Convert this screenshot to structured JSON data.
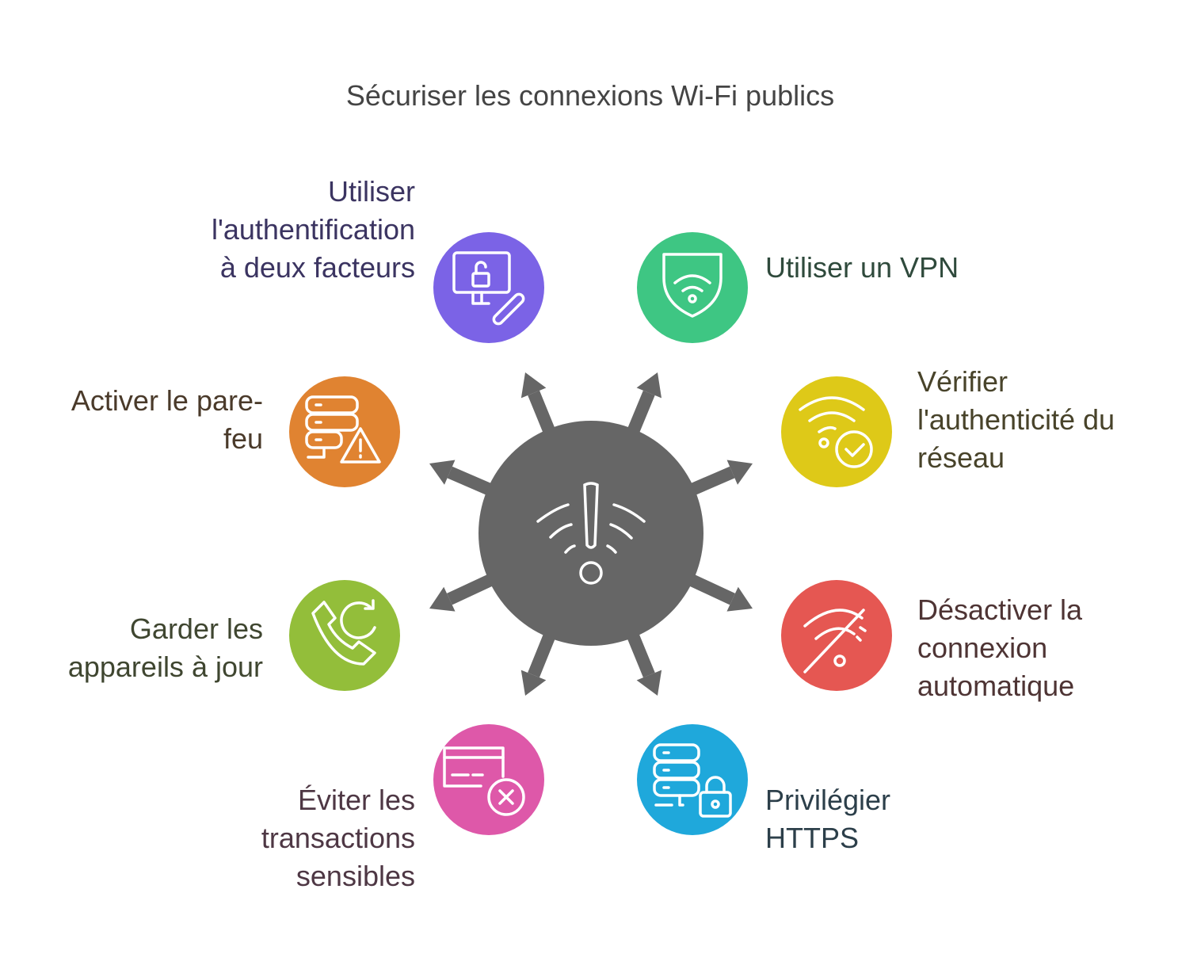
{
  "title": "Sécuriser les connexions Wi-Fi publics",
  "center_icon": "wifi-warning-icon",
  "colors": {
    "center": "#666666"
  },
  "items": [
    {
      "label": "Utiliser l'authentification à deux facteurs",
      "lines": [
        "Utiliser",
        "l'authentification",
        "à deux facteurs"
      ],
      "icon": "two-factor-lock-phone-icon",
      "color": "#7B63E6",
      "text_color": "#3B3461"
    },
    {
      "label": "Utiliser un VPN",
      "lines": [
        "Utiliser un VPN"
      ],
      "icon": "shield-wifi-icon",
      "color": "#3EC683",
      "text_color": "#2F4A3C"
    },
    {
      "label": "Activer le pare-feu",
      "lines": [
        "Activer le pare-",
        "feu"
      ],
      "icon": "server-warning-icon",
      "color": "#E08331",
      "text_color": "#4A3A2A"
    },
    {
      "label": "Vérifier l'authenticité du réseau",
      "lines": [
        "Vérifier",
        "l'authenticité du",
        "réseau"
      ],
      "icon": "wifi-check-icon",
      "color": "#DEC918",
      "text_color": "#48432A"
    },
    {
      "label": "Garder les appareils à jour",
      "lines": [
        "Garder les",
        "appareils à jour"
      ],
      "icon": "phone-refresh-icon",
      "color": "#93BE3A",
      "text_color": "#3F4630"
    },
    {
      "label": "Désactiver la connexion automatique",
      "lines": [
        "Désactiver la",
        "connexion",
        "automatique"
      ],
      "icon": "wifi-off-icon",
      "color": "#E55752",
      "text_color": "#4E3434"
    },
    {
      "label": "Éviter les transactions sensibles",
      "lines": [
        "Éviter les",
        "transactions",
        "sensibles"
      ],
      "icon": "card-cancel-icon",
      "color": "#DE58A9",
      "text_color": "#4E3744"
    },
    {
      "label": "Privilégier HTTPS",
      "lines": [
        "Privilégier",
        "HTTPS"
      ],
      "icon": "server-lock-icon",
      "color": "#1FA8DB",
      "text_color": "#2C3F4A"
    }
  ]
}
